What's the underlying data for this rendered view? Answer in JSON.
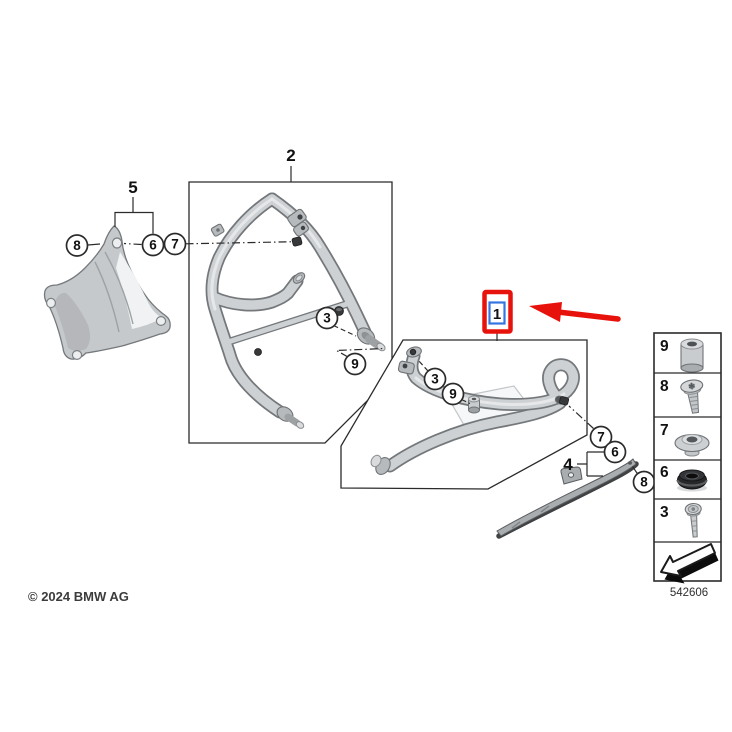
{
  "diagram": {
    "copyright": "© 2024 BMW AG",
    "diagram_number": "542606",
    "items": {
      "item_1": "1",
      "item_2": "2",
      "item_4": "4",
      "item_5": "5"
    },
    "callouts": {
      "bracket_8": "8",
      "bracket_6": "6",
      "bracket_7": "7",
      "left_guard_3": "3",
      "left_guard_9": "9",
      "right_guard_3": "3",
      "right_guard_9": "9",
      "right_guard_7": "7",
      "skid_plate_6": "6",
      "skid_plate_8": "8"
    },
    "legend": {
      "rows": [
        {
          "number": "9",
          "icon": "spacer-sleeve-icon"
        },
        {
          "number": "8",
          "icon": "torx-screw-icon"
        },
        {
          "number": "7",
          "icon": "collar-bushing-icon"
        },
        {
          "number": "6",
          "icon": "rubber-grommet-icon"
        },
        {
          "number": "3",
          "icon": "hex-flange-bolt-icon"
        }
      ],
      "footer_icon": "direction-of-travel-arrow-icon"
    },
    "annotations": {
      "highlighted_item": "1",
      "highlight_box_color": "#e8120c",
      "selection_box_color": "#3575e0",
      "pointer_icon": "red-pointer-arrow-icon"
    }
  }
}
